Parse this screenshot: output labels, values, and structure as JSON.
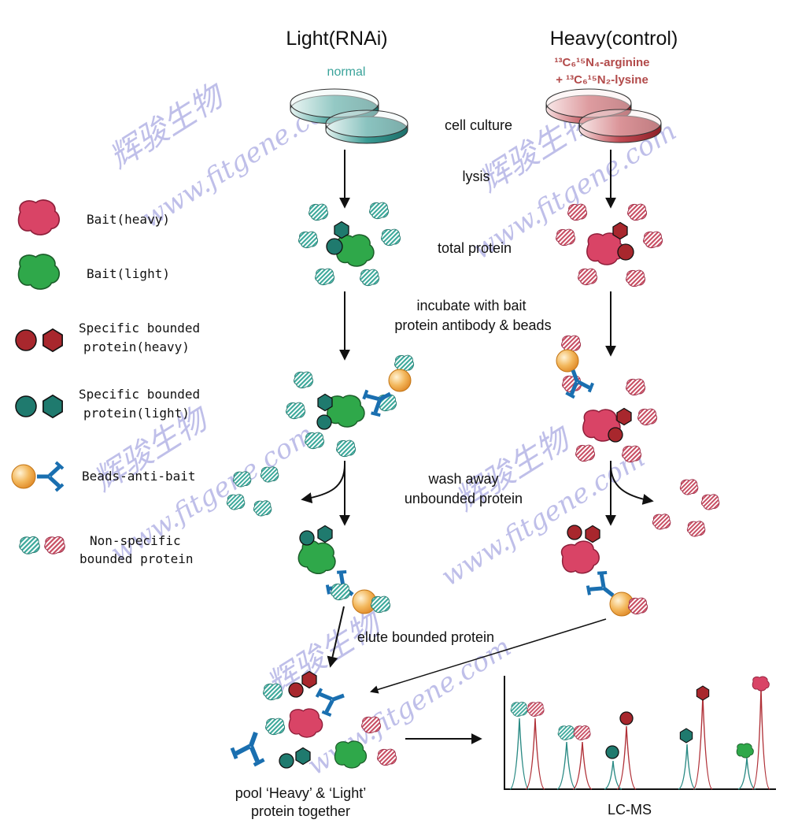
{
  "columns": {
    "light": {
      "title": "Light(RNAi)",
      "condition": "normal"
    },
    "heavy": {
      "title": "Heavy(control)",
      "label_line1": "¹³C₆¹⁵N₄-arginine",
      "label_line2": "+ ¹³C₆¹⁵N₂-lysine"
    }
  },
  "steps": {
    "cell_culture": "cell culture",
    "lysis": "lysis",
    "total_protein": "total protein",
    "incubate_line1": "incubate with bait",
    "incubate_line2": "protein antibody & beads",
    "wash_line1": "wash away",
    "wash_line2": "unbounded protein",
    "elute": "elute bounded protein",
    "pool_line1": "pool ‘Heavy’ & ‘Light’",
    "pool_line2": "protein together",
    "lcms": "LC-MS"
  },
  "legend": [
    {
      "id": "bait-heavy",
      "label_line1": "Bait(heavy)",
      "label_line2": ""
    },
    {
      "id": "bait-light",
      "label_line1": "Bait(light)",
      "label_line2": ""
    },
    {
      "id": "specific-heavy",
      "label_line1": "Specific bounded",
      "label_line2": "protein(heavy)"
    },
    {
      "id": "specific-light",
      "label_line1": "Specific bounded",
      "label_line2": "protein(light)"
    },
    {
      "id": "beads",
      "label_line1": "Beads-anti-bait",
      "label_line2": ""
    },
    {
      "id": "nonspecific",
      "label_line1": "Non-specific",
      "label_line2": "bounded protein"
    }
  ],
  "watermark": {
    "cn": "辉骏生物",
    "url": "www.fitgene.com"
  },
  "colors": {
    "heavy_bait": "#d94466",
    "light_bait": "#2fa84a",
    "heavy_specific": "#a8272d",
    "light_specific": "#1f7a6e",
    "antibody": "#1a6fb0",
    "bead": "#f0a847",
    "teal_dish": "#2a8a84",
    "red_dish": "#b03138",
    "condition_teal": "#3aa39a",
    "label_red": "#b24a4a"
  }
}
